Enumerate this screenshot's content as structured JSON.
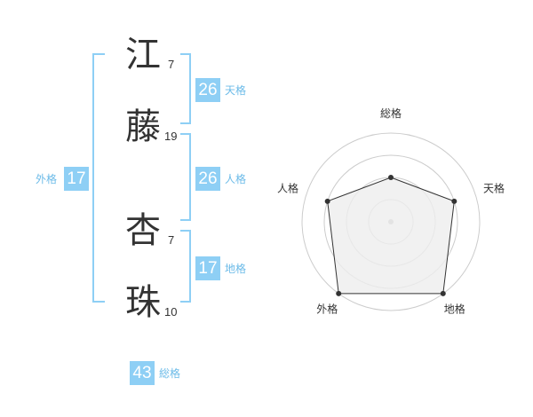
{
  "name": {
    "chars": [
      {
        "char": "江",
        "strokes": "7"
      },
      {
        "char": "藤",
        "strokes": "19"
      },
      {
        "char": "杏",
        "strokes": "7"
      },
      {
        "char": "珠",
        "strokes": "10"
      }
    ]
  },
  "fortune": {
    "tenkaku": {
      "value": "26",
      "label": "天格"
    },
    "jinkaku": {
      "value": "26",
      "label": "人格"
    },
    "chikaku": {
      "value": "17",
      "label": "地格"
    },
    "gaikaku": {
      "value": "17",
      "label": "外格"
    },
    "soukaku": {
      "value": "43",
      "label": "総格"
    }
  },
  "chart_data": {
    "type": "radar",
    "axes": [
      "総格",
      "天格",
      "地格",
      "外格",
      "人格"
    ],
    "values": [
      0.5,
      0.75,
      1.0,
      1.0,
      0.75
    ],
    "max": 1.0,
    "rings": 4,
    "colors": {
      "fill": "#eeeeee",
      "line": "#333333",
      "ring": "#cccccc",
      "center": "#bbbbbb"
    }
  }
}
